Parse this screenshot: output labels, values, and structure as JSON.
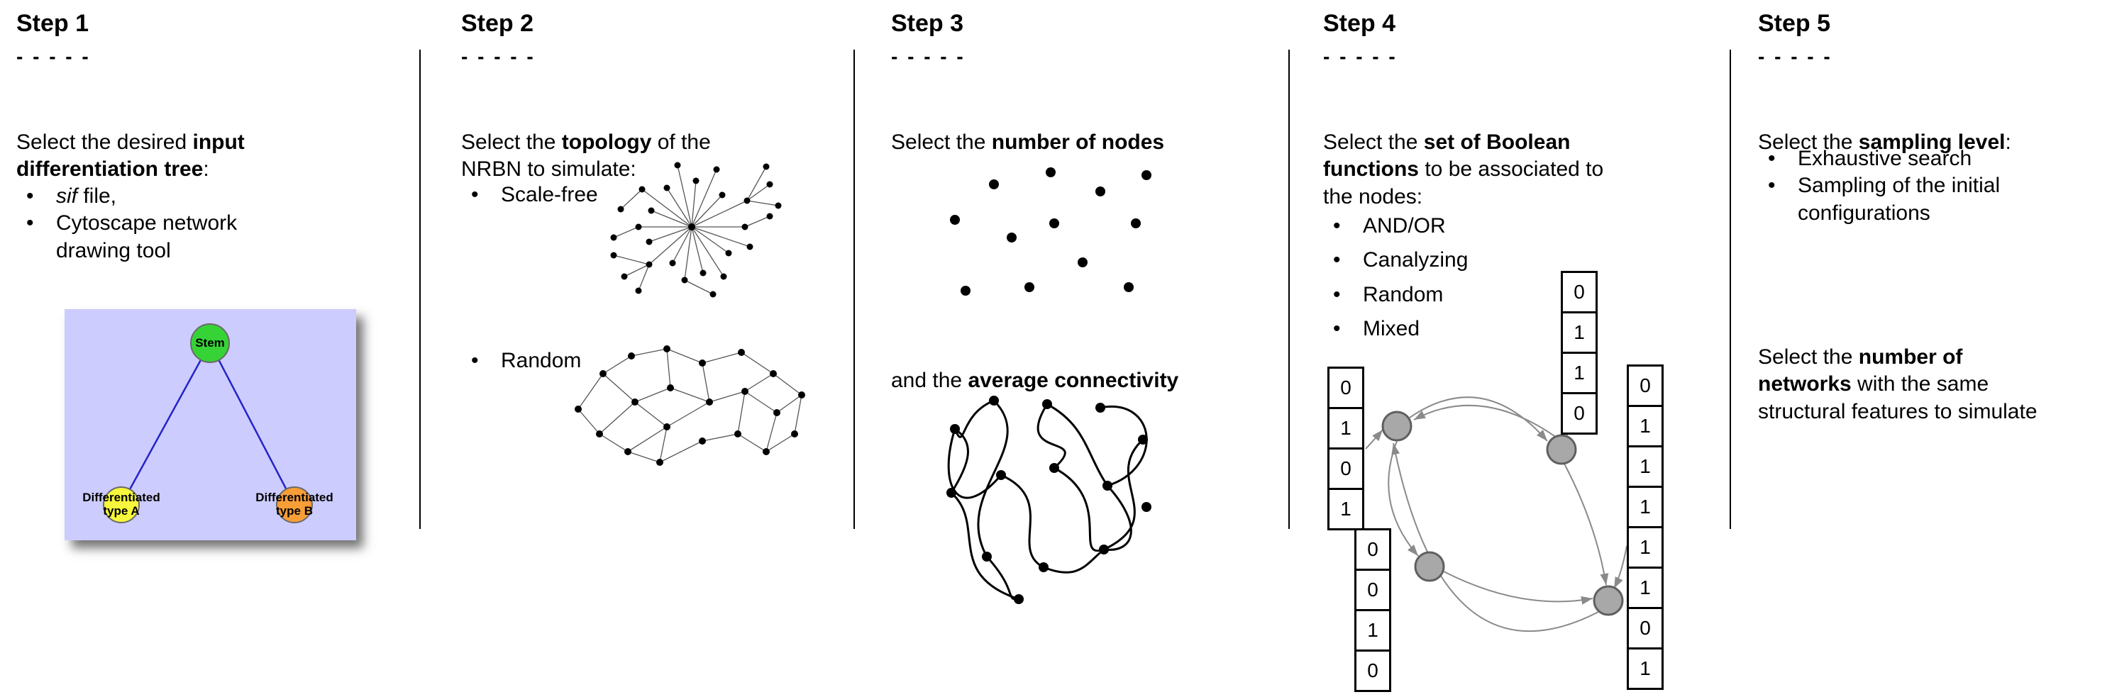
{
  "bullet_char": "•",
  "dash_line": "- - - - -",
  "colors": {
    "tree_background": "#ccccfe",
    "stem_node": "#36d336",
    "type_a_node": "#f6f63c",
    "type_b_node": "#f89e38",
    "tree_edge": "#2424c8",
    "boolean_node": "#a8a8a8",
    "arrow": "#8a8a8a"
  },
  "steps": {
    "step1": {
      "title": "Step 1",
      "intro": [
        {
          "t": "Select the desired "
        },
        {
          "t": "input\ndifferentiation tree",
          "b": true
        },
        {
          "t": ":"
        }
      ],
      "bullets": [
        [
          {
            "t": "sif",
            "i": true
          },
          {
            "t": " file,"
          }
        ],
        [
          {
            "t": "Cytoscape network\ndrawing tool"
          }
        ]
      ],
      "tree": {
        "stem_label": "Stem",
        "type_a_line1": "Differentiated",
        "type_a_line2": "type A",
        "type_b_line1": "Differentiated",
        "type_b_line2": "type B"
      }
    },
    "step2": {
      "title": "Step 2",
      "intro": [
        {
          "t": "Select the "
        },
        {
          "t": "topology",
          "b": true
        },
        {
          "t": " of the\nNRBN to simulate:"
        }
      ],
      "bullets": [
        [
          {
            "t": "Scale-free"
          }
        ],
        [
          {
            "t": "Random"
          }
        ]
      ]
    },
    "step3": {
      "title": "Step 3",
      "intro": [
        {
          "t": "Select the "
        },
        {
          "t": "number of nodes",
          "b": true
        }
      ],
      "mid": [
        {
          "t": "and the "
        },
        {
          "t": "average connectivity",
          "b": true
        }
      ]
    },
    "step4": {
      "title": "Step 4",
      "intro": [
        {
          "t": "Select the "
        },
        {
          "t": "set of Boolean\nfunctions",
          "b": true
        },
        {
          "t": " to be associated to\nthe nodes:"
        }
      ],
      "bullets": [
        [
          {
            "t": "AND/OR"
          }
        ],
        [
          {
            "t": "Canalyzing"
          }
        ],
        [
          {
            "t": "Random"
          }
        ],
        [
          {
            "t": "Mixed"
          }
        ]
      ],
      "truth_tables": {
        "left": [
          "0",
          "1",
          "0",
          "1"
        ],
        "top": [
          "0",
          "1",
          "1",
          "0"
        ],
        "bottom": [
          "0",
          "0",
          "1",
          "0"
        ],
        "right": [
          "0",
          "1",
          "1",
          "1",
          "1",
          "1",
          "0",
          "1"
        ]
      }
    },
    "step5": {
      "title": "Step 5",
      "intro": [
        {
          "t": "Select the "
        },
        {
          "t": "sampling level",
          "b": true
        },
        {
          "t": ":"
        }
      ],
      "bullets": [
        [
          {
            "t": "Exhaustive search"
          }
        ],
        [
          {
            "t": "Sampling of the initial\nconfigurations"
          }
        ]
      ],
      "second": [
        {
          "t": "Select the "
        },
        {
          "t": "number of\nnetworks",
          "b": true
        },
        {
          "t": " with the same\nstructural features to simulate"
        }
      ]
    }
  }
}
